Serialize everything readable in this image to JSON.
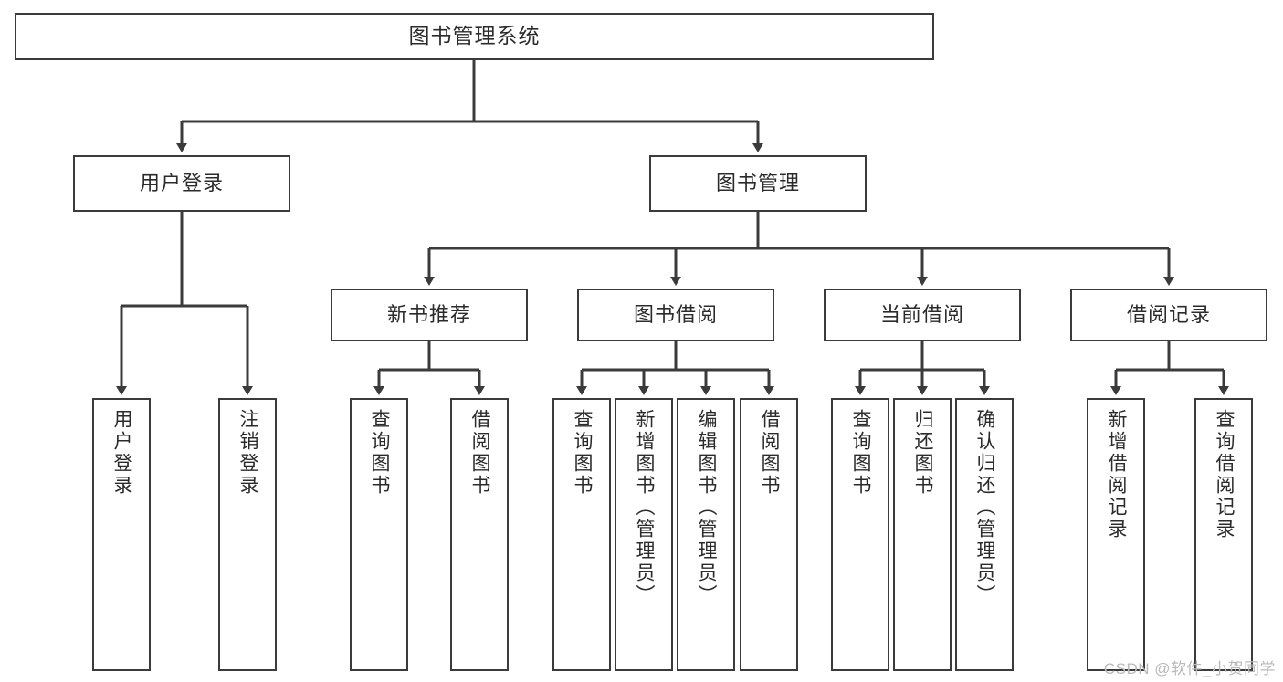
{
  "diagram": {
    "title": "图书管理系统",
    "type": "tree",
    "root": {
      "label": "图书管理系统"
    },
    "level2": [
      {
        "id": "user-login",
        "label": "用户登录"
      },
      {
        "id": "book-management",
        "label": "图书管理"
      }
    ],
    "level3": [
      {
        "id": "new-book-recommend",
        "label": "新书推荐",
        "parent": "book-management"
      },
      {
        "id": "book-borrow",
        "label": "图书借阅",
        "parent": "book-management"
      },
      {
        "id": "current-borrow",
        "label": "当前借阅",
        "parent": "book-management"
      },
      {
        "id": "borrow-record",
        "label": "借阅记录",
        "parent": "book-management"
      }
    ],
    "leaves": [
      {
        "id": "leaf-user-login",
        "label": "用户登录",
        "parent": "user-login"
      },
      {
        "id": "leaf-logout-login",
        "label": "注销登录",
        "parent": "user-login"
      },
      {
        "id": "leaf-query-book-1",
        "label": "查询图书",
        "parent": "new-book-recommend"
      },
      {
        "id": "leaf-borrow-book-1",
        "label": "借阅图书",
        "parent": "new-book-recommend"
      },
      {
        "id": "leaf-query-book-2",
        "label": "查询图书",
        "parent": "book-borrow"
      },
      {
        "id": "leaf-add-book",
        "label": "新增图书（管理员）",
        "parent": "book-borrow"
      },
      {
        "id": "leaf-edit-book",
        "label": "编辑图书（管理员）",
        "parent": "book-borrow"
      },
      {
        "id": "leaf-borrow-book-2",
        "label": "借阅图书",
        "parent": "book-borrow"
      },
      {
        "id": "leaf-query-book-3",
        "label": "查询图书",
        "parent": "current-borrow"
      },
      {
        "id": "leaf-return-book",
        "label": "归还图书",
        "parent": "current-borrow"
      },
      {
        "id": "leaf-confirm-return",
        "label": "确认归还（管理员）",
        "parent": "current-borrow"
      },
      {
        "id": "leaf-add-record",
        "label": "新增借阅记录",
        "parent": "borrow-record"
      },
      {
        "id": "leaf-query-record",
        "label": "查询借阅记录",
        "parent": "borrow-record"
      }
    ]
  },
  "watermark": {
    "text": "CSDN @软件_小贺同学"
  },
  "colors": {
    "stroke": "#3b3b3b",
    "text": "#2b2b2b",
    "background": "#ffffff",
    "watermark": "#b9b9b9"
  }
}
